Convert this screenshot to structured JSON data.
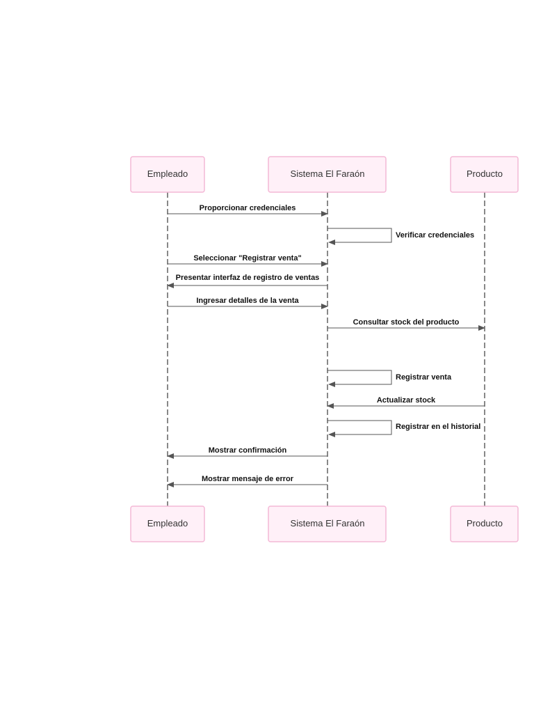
{
  "diagram": {
    "type": "sequence",
    "colors": {
      "actor_fill": "#fff0f8",
      "actor_border": "#f4b8d6",
      "line": "#555555",
      "text": "#111111"
    },
    "participants": [
      {
        "id": "emp",
        "label": "Empleado"
      },
      {
        "id": "sys",
        "label": "Sistema El Faraón"
      },
      {
        "id": "prod",
        "label": "Producto"
      }
    ],
    "messages": [
      {
        "from": "emp",
        "to": "sys",
        "label": "Proporcionar credenciales"
      },
      {
        "from": "sys",
        "to": "sys",
        "label": "Verificar credenciales"
      },
      {
        "from": "emp",
        "to": "sys",
        "label": "Seleccionar \"Registrar venta\""
      },
      {
        "from": "sys",
        "to": "emp",
        "label": "Presentar interfaz de registro de ventas"
      },
      {
        "from": "emp",
        "to": "sys",
        "label": "Ingresar detalles de la venta"
      },
      {
        "from": "sys",
        "to": "prod",
        "label": "Consultar stock del producto"
      },
      {
        "from": "sys",
        "to": "sys",
        "label": "Registrar venta"
      },
      {
        "from": "prod",
        "to": "sys",
        "label": "Actualizar stock"
      },
      {
        "from": "sys",
        "to": "sys",
        "label": "Registrar en el historial"
      },
      {
        "from": "sys",
        "to": "emp",
        "label": "Mostrar confirmación"
      },
      {
        "from": "sys",
        "to": "emp",
        "label": "Mostrar mensaje de error"
      }
    ]
  }
}
